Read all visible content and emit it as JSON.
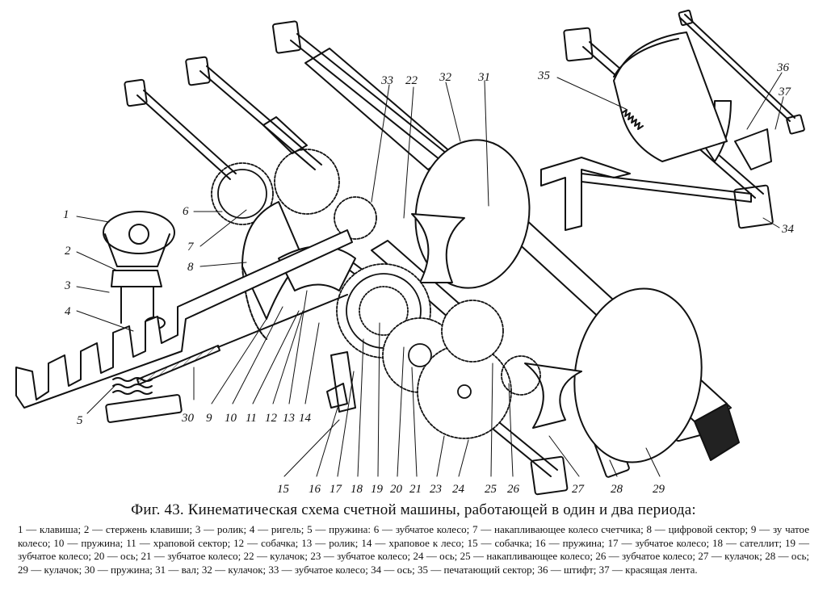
{
  "figure": {
    "labels": [
      {
        "id": "1",
        "text": "1"
      },
      {
        "id": "2",
        "text": "2"
      },
      {
        "id": "3",
        "text": "3"
      },
      {
        "id": "4",
        "text": "4"
      },
      {
        "id": "5",
        "text": "5"
      },
      {
        "id": "6",
        "text": "6"
      },
      {
        "id": "7",
        "text": "7"
      },
      {
        "id": "8",
        "text": "8"
      },
      {
        "id": "9",
        "text": "9"
      },
      {
        "id": "10",
        "text": "10"
      },
      {
        "id": "11",
        "text": "11"
      },
      {
        "id": "12",
        "text": "12"
      },
      {
        "id": "13",
        "text": "13"
      },
      {
        "id": "14",
        "text": "14"
      },
      {
        "id": "15",
        "text": "15"
      },
      {
        "id": "16",
        "text": "16"
      },
      {
        "id": "17",
        "text": "17"
      },
      {
        "id": "18",
        "text": "18"
      },
      {
        "id": "19",
        "text": "19"
      },
      {
        "id": "20",
        "text": "20"
      },
      {
        "id": "21",
        "text": "21"
      },
      {
        "id": "22",
        "text": "22"
      },
      {
        "id": "23",
        "text": "23"
      },
      {
        "id": "24",
        "text": "24"
      },
      {
        "id": "25",
        "text": "25"
      },
      {
        "id": "26",
        "text": "26"
      },
      {
        "id": "27",
        "text": "27"
      },
      {
        "id": "28",
        "text": "28"
      },
      {
        "id": "29",
        "text": "29"
      },
      {
        "id": "30",
        "text": "30"
      },
      {
        "id": "31",
        "text": "31"
      },
      {
        "id": "32",
        "text": "32"
      },
      {
        "id": "33",
        "text": "33"
      },
      {
        "id": "34",
        "text": "34"
      },
      {
        "id": "35",
        "text": "35"
      },
      {
        "id": "36",
        "text": "36"
      },
      {
        "id": "37",
        "text": "37"
      }
    ]
  },
  "caption": {
    "title": "Фиг. 43. Кинематическая схема счетной машины, работающей в один и два периода:",
    "legend": [
      "1 — клавиша;",
      "2 — стержень клавиши;",
      "3 — ролик;",
      "4 — ригель;",
      "5 — пружина:",
      "6 — зубчатое колесо;",
      "7 — накапливающее колесо счетчика;",
      "8 — цифровой сектор;",
      "9 — зу чатое колесо;",
      "10 — пружина;",
      "11 — храповой сектор;",
      "12 — собачка;",
      "13 — ролик;",
      "14 — храповое к лесо;",
      "15 — собачка;",
      "16 — пружина;",
      "17 — зубчатое колесо;",
      "18 — сателлит;",
      "19 — зубчатое колесо;",
      "20 — ось;",
      "21 — зубчатое колесо;",
      "22 — кулачок;",
      "23 — зубчатое колесо;",
      "24 — ось;",
      "25 — накапливающее колесо;",
      "26 — зубчатое колесо;",
      "27 — кулачок;",
      "28 — ось;",
      "29 — кулачок;",
      "30 — пружина;",
      "31 — вал;",
      "32 — кулачок;",
      "33 — зубчатое колесо;",
      "34 — ось;",
      "35 — печатающий сектор;",
      "36 — штифт;",
      "37 — красящая лента."
    ]
  }
}
